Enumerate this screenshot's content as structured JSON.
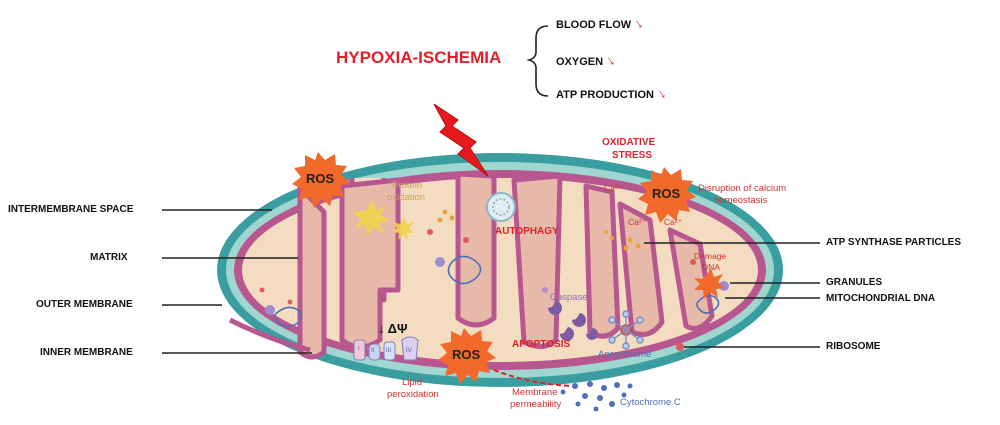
{
  "header": {
    "title": "HYPOXIA-ISCHEMIA",
    "effects": [
      {
        "label": "BLOOD FLOW",
        "trend": "↓"
      },
      {
        "label": "OXYGEN",
        "trend": "↓"
      },
      {
        "label": "ATP PRODUCTION",
        "trend": "↓"
      }
    ]
  },
  "left_labels": [
    "INTERMEMBRANE SPACE",
    "MATRIX",
    "OUTER MEMBRANE",
    "INNER MEMBRANE"
  ],
  "right_labels": [
    "ATP SYNTHASE PARTICLES",
    "GRANULES",
    "MITOCHONDRIAL DNA",
    "RIBOSOME"
  ],
  "annotations": {
    "ros": "ROS",
    "oxidative_stress_1": "OXIDATIVE",
    "oxidative_stress_2": "STRESS",
    "protein_oxidation_1": "Protein",
    "protein_oxidation_2": "oxidation",
    "autophagy": "AUTOPHAGY",
    "calcium_1": "Disruption of calcium",
    "calcium_2": "homeostasis",
    "ca": "Ca²⁺",
    "damage_dna_1": "Damage",
    "damage_dna_2": "DNA",
    "delta_psi": "↓ ΔΨ",
    "caspase": "Caspase",
    "apoptosis": "APOPTOSIS",
    "apoptosome": "Apoptosome",
    "lipid_1": "Lipid",
    "lipid_2": "peroxidation",
    "membrane_1": "Membrane",
    "membrane_2": "permeability",
    "cytochrome": "Cytochrome C",
    "complexes": [
      "I",
      "II",
      "III",
      "IV"
    ]
  },
  "colors": {
    "title_red": "#e0202a",
    "outer_membrane": "#3a9ea0",
    "intermembrane": "#b8578f",
    "matrix": "#f3dcc0",
    "inner_fill": "#e8c6a8",
    "ros_star": "#f26a2b",
    "cytochrome_blue": "#4f6fb8"
  }
}
